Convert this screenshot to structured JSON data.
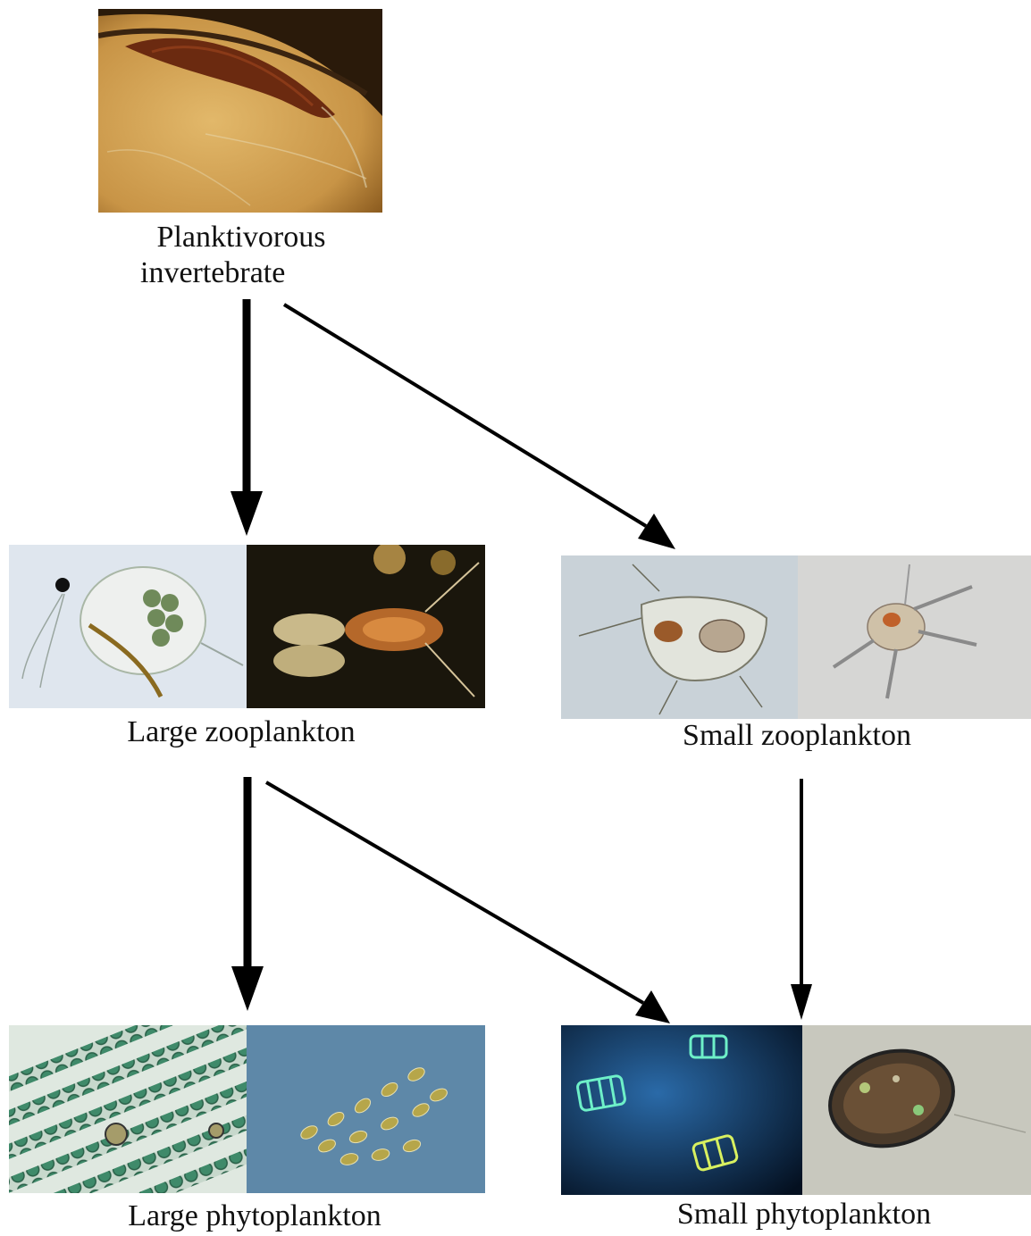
{
  "nodes": {
    "invertebrate": {
      "label_line1": "Planktivorous",
      "label_line2": "invertebrate"
    },
    "large_zoo": {
      "label": "Large zooplankton"
    },
    "small_zoo": {
      "label": "Small zooplankton"
    },
    "large_phyto": {
      "label": "Large phytoplankton"
    },
    "small_phyto": {
      "label": "Small phytoplankton"
    }
  },
  "edges": [
    {
      "from": "Planktivorous invertebrate",
      "to": "Large zooplankton",
      "weight": "thick"
    },
    {
      "from": "Planktivorous invertebrate",
      "to": "Small zooplankton",
      "weight": "thin"
    },
    {
      "from": "Large zooplankton",
      "to": "Large phytoplankton",
      "weight": "thick"
    },
    {
      "from": "Large zooplankton",
      "to": "Small phytoplankton",
      "weight": "thin"
    },
    {
      "from": "Small zooplankton",
      "to": "Small phytoplankton",
      "weight": "thin"
    }
  ]
}
